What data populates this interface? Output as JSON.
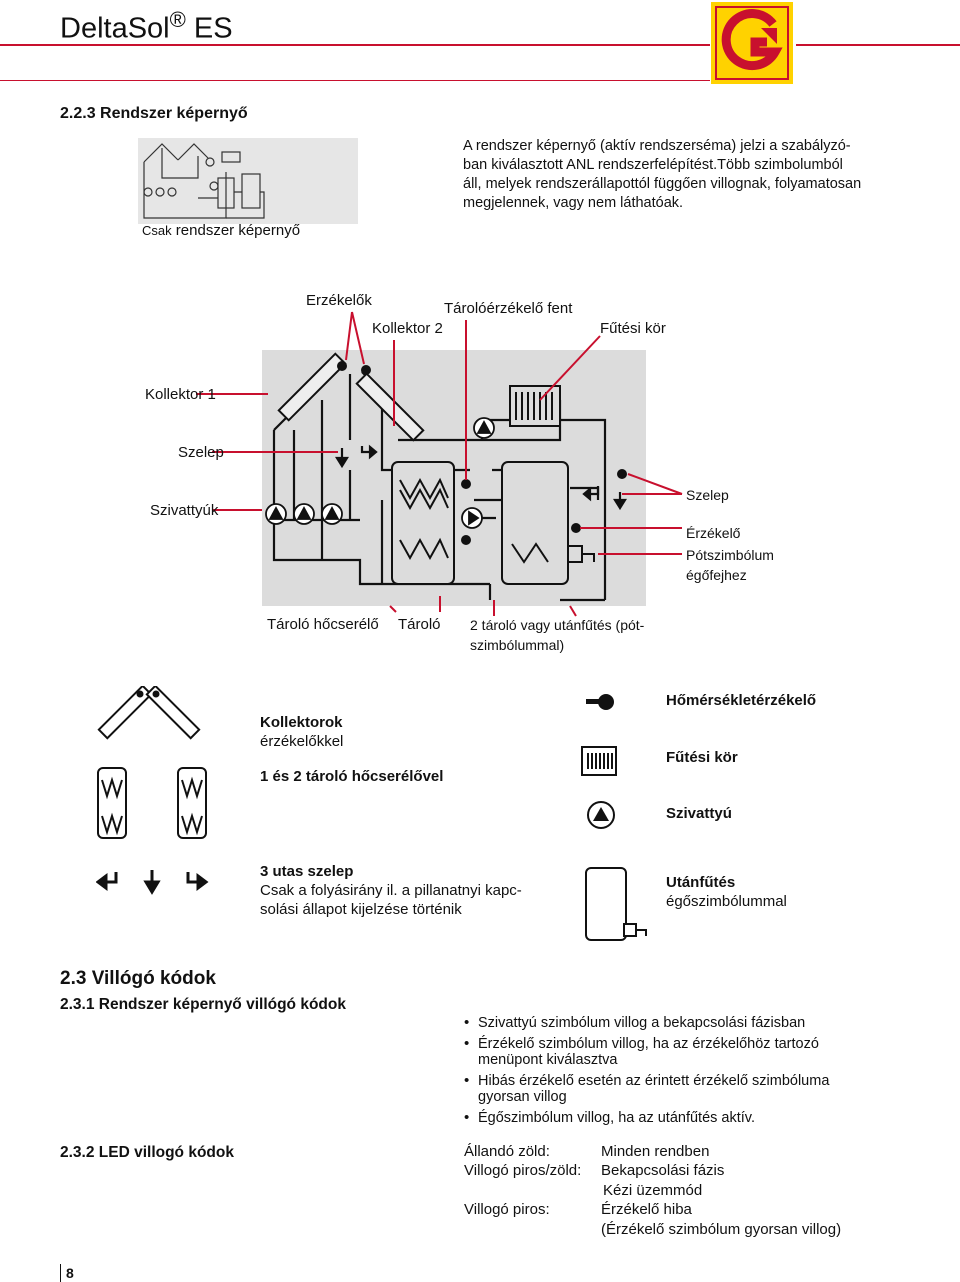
{
  "header": {
    "title": "DeltaSol",
    "registered": "®",
    "suffix": "ES",
    "accent": "#c8102e",
    "logo_bg": "#ffd200"
  },
  "section_223": {
    "heading": "2.2.3 Rendszer képernyő",
    "caption_small": "Csak",
    "caption": "rendszer képernyő",
    "paragraph": [
      "A rendszer képernyő (aktív rendszerséma) jelzi a szabályzó-",
      "ban kiválasztott ANL rendszerfelépítést.Több szimbolumból",
      "áll, melyek rendszerállapottól függően villognak, folyamatosan",
      "megjelennek, vagy nem láthatóak."
    ]
  },
  "diagram": {
    "label_erzekelok": "Erzékelők",
    "label_tarolo_fent": "Tárolóérzékelő fent",
    "label_kollektor2": "Kollektor 2",
    "label_futesi_kor": "Fűtési kör",
    "label_kollektor1": "Kollektor 1",
    "label_szelep_left": "Szelep",
    "label_szivattyuk": "Szivattyúk",
    "label_szelep_right": "Szelep",
    "label_erzekelo": "Érzékelő",
    "label_potszimbolum": "Pótszimbólum",
    "label_egofejhez": "égőfejhez",
    "label_tarolo_hocserelo": "Tároló hőcserélő",
    "label_tarolo": "Tároló",
    "label_2tarolo_1": "2 tároló vagy utánfűtés (pót-",
    "label_2tarolo_2": "szimbólummal)"
  },
  "legend": {
    "kollektorok": "Kollektorok",
    "erzekelokkel": "érzékelőkkel",
    "tarolo_hocserelovel": "1 és 2 tároló hőcserélővel",
    "szelep3": "3 utas szelep",
    "szelep3_desc_1": "Csak a folyásirány il. a pillanatnyi kapc-",
    "szelep3_desc_2": "solási állapot kijelzése történik",
    "homerseklet": "Hőmérsékletérzékelő",
    "futesi_kor": "Fűtési kör",
    "szivattyu": "Szivattyú",
    "utanfutes": "Utánfűtés",
    "egoszimbolummal": "égőszimbólummal"
  },
  "section_23": {
    "heading": "2.3  Villógó kódok",
    "sub_231": "2.3.1 Rendszer képernyő villógó kódok",
    "bullets": [
      [
        "Szivattyú szimbólum villog a bekapcsolási fázisban"
      ],
      [
        "Érzékelő szimbólum villog, ha az érzékelőhöz tartozó",
        "menüpont kiválasztva"
      ],
      [
        "Hibás érzékelő esetén az érintett érzékelő szimbóluma",
        "gyorsan villog"
      ],
      [
        "Égőszimbólum villog, ha az utánfűtés aktív."
      ]
    ],
    "sub_232": "2.3.2 LED villogó kódok",
    "led_rows": [
      {
        "key": "Állandó zöld:",
        "value": "Minden rendben"
      },
      {
        "key": "Villogó piros/zöld:",
        "value": "Bekapcsolási fázis"
      },
      {
        "key": "",
        "value": "Kézi üzemmód"
      },
      {
        "key": "Villogó piros:",
        "value": "Érzékelő hiba"
      },
      {
        "key": "",
        "value": "(Érzékelő szimbólum gyorsan villog)"
      }
    ]
  },
  "footer": {
    "page_number": "8"
  }
}
